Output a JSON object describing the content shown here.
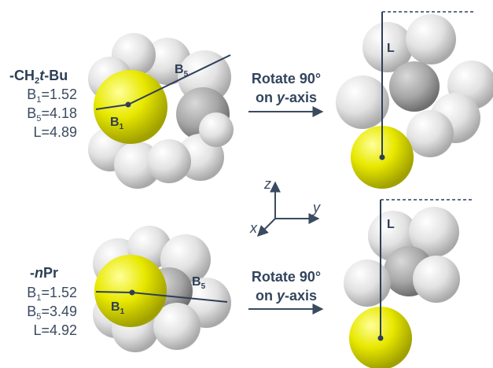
{
  "substituents": [
    {
      "name_prefix": "-CH",
      "name_sub": "2",
      "name_italic": "t",
      "name_suffix": "-Bu",
      "b1_label": "B",
      "b1_sub": "1",
      "b1_value": "=1.52",
      "b5_label": "B",
      "b5_sub": "5",
      "b5_value": "=4.18",
      "l_label": "L=4.89",
      "rotate_line1": "Rotate 90°",
      "rotate_line2_pre": "on ",
      "rotate_line2_italic": "y",
      "rotate_line2_post": "-axis",
      "diagram_b1": "B",
      "diagram_b1_sub": "1",
      "diagram_b5": "B",
      "diagram_b5_sub": "5",
      "diagram_l": "L"
    },
    {
      "name_prefix": "-",
      "name_sub": "",
      "name_italic": "n",
      "name_suffix": "Pr",
      "b1_label": "B",
      "b1_sub": "1",
      "b1_value": "=1.52",
      "b5_label": "B",
      "b5_sub": "5",
      "b5_value": "=3.49",
      "l_label": "L=4.92",
      "rotate_line1": "Rotate 90°",
      "rotate_line2_pre": "on ",
      "rotate_line2_italic": "y",
      "rotate_line2_post": "-axis",
      "diagram_b1": "B",
      "diagram_b1_sub": "1",
      "diagram_b5": "B",
      "diagram_b5_sub": "5",
      "diagram_l": "L"
    }
  ],
  "axes": {
    "z": "z",
    "y": "y",
    "x": "x"
  },
  "colors": {
    "sulfur": "#e6e600",
    "hydrogen": "#e9e9e9",
    "carbon": "#b0b0b0",
    "line": "#2e3f58",
    "text": "#3a4a60"
  }
}
